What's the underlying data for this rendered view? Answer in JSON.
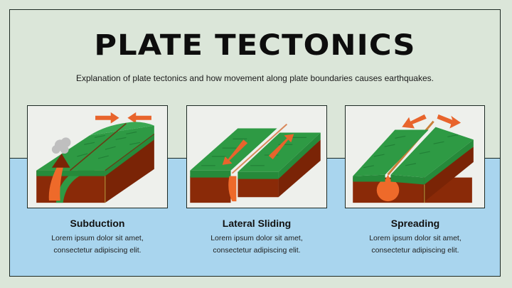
{
  "slide": {
    "title": "PLATE TECTONICS",
    "subtitle": "Explanation of plate tectonics and how movement along plate boundaries causes earthquakes."
  },
  "colors": {
    "background": "#dbe6d9",
    "lower_band": "#a9d5ee",
    "frame_border": "#1d2a24",
    "plate_green": "#2e9a44",
    "plate_green_dark": "#1f7a33",
    "mantle_brown": "#8a2a08",
    "magma_orange": "#ee6a2a",
    "ash_gray": "#bfbfbf"
  },
  "cards": [
    {
      "title": "Subduction",
      "text_line1": "Lorem ipsum dolor sit amet,",
      "text_line2": "consectetur adipiscing elit.",
      "illustration": "converging-plates-with-volcano",
      "arrows": "pointing-toward-each-other"
    },
    {
      "title": "Lateral Sliding",
      "text_line1": "Lorem ipsum dolor sit amet,",
      "text_line2": "consectetur adipiscing elit.",
      "illustration": "transform-fault-plates",
      "arrows": "sliding-opposite-directions"
    },
    {
      "title": "Spreading",
      "text_line1": "Lorem ipsum dolor sit amet,",
      "text_line2": "consectetur adipiscing elit.",
      "illustration": "diverging-plates-with-magma",
      "arrows": "pointing-away-from-each-other"
    }
  ]
}
